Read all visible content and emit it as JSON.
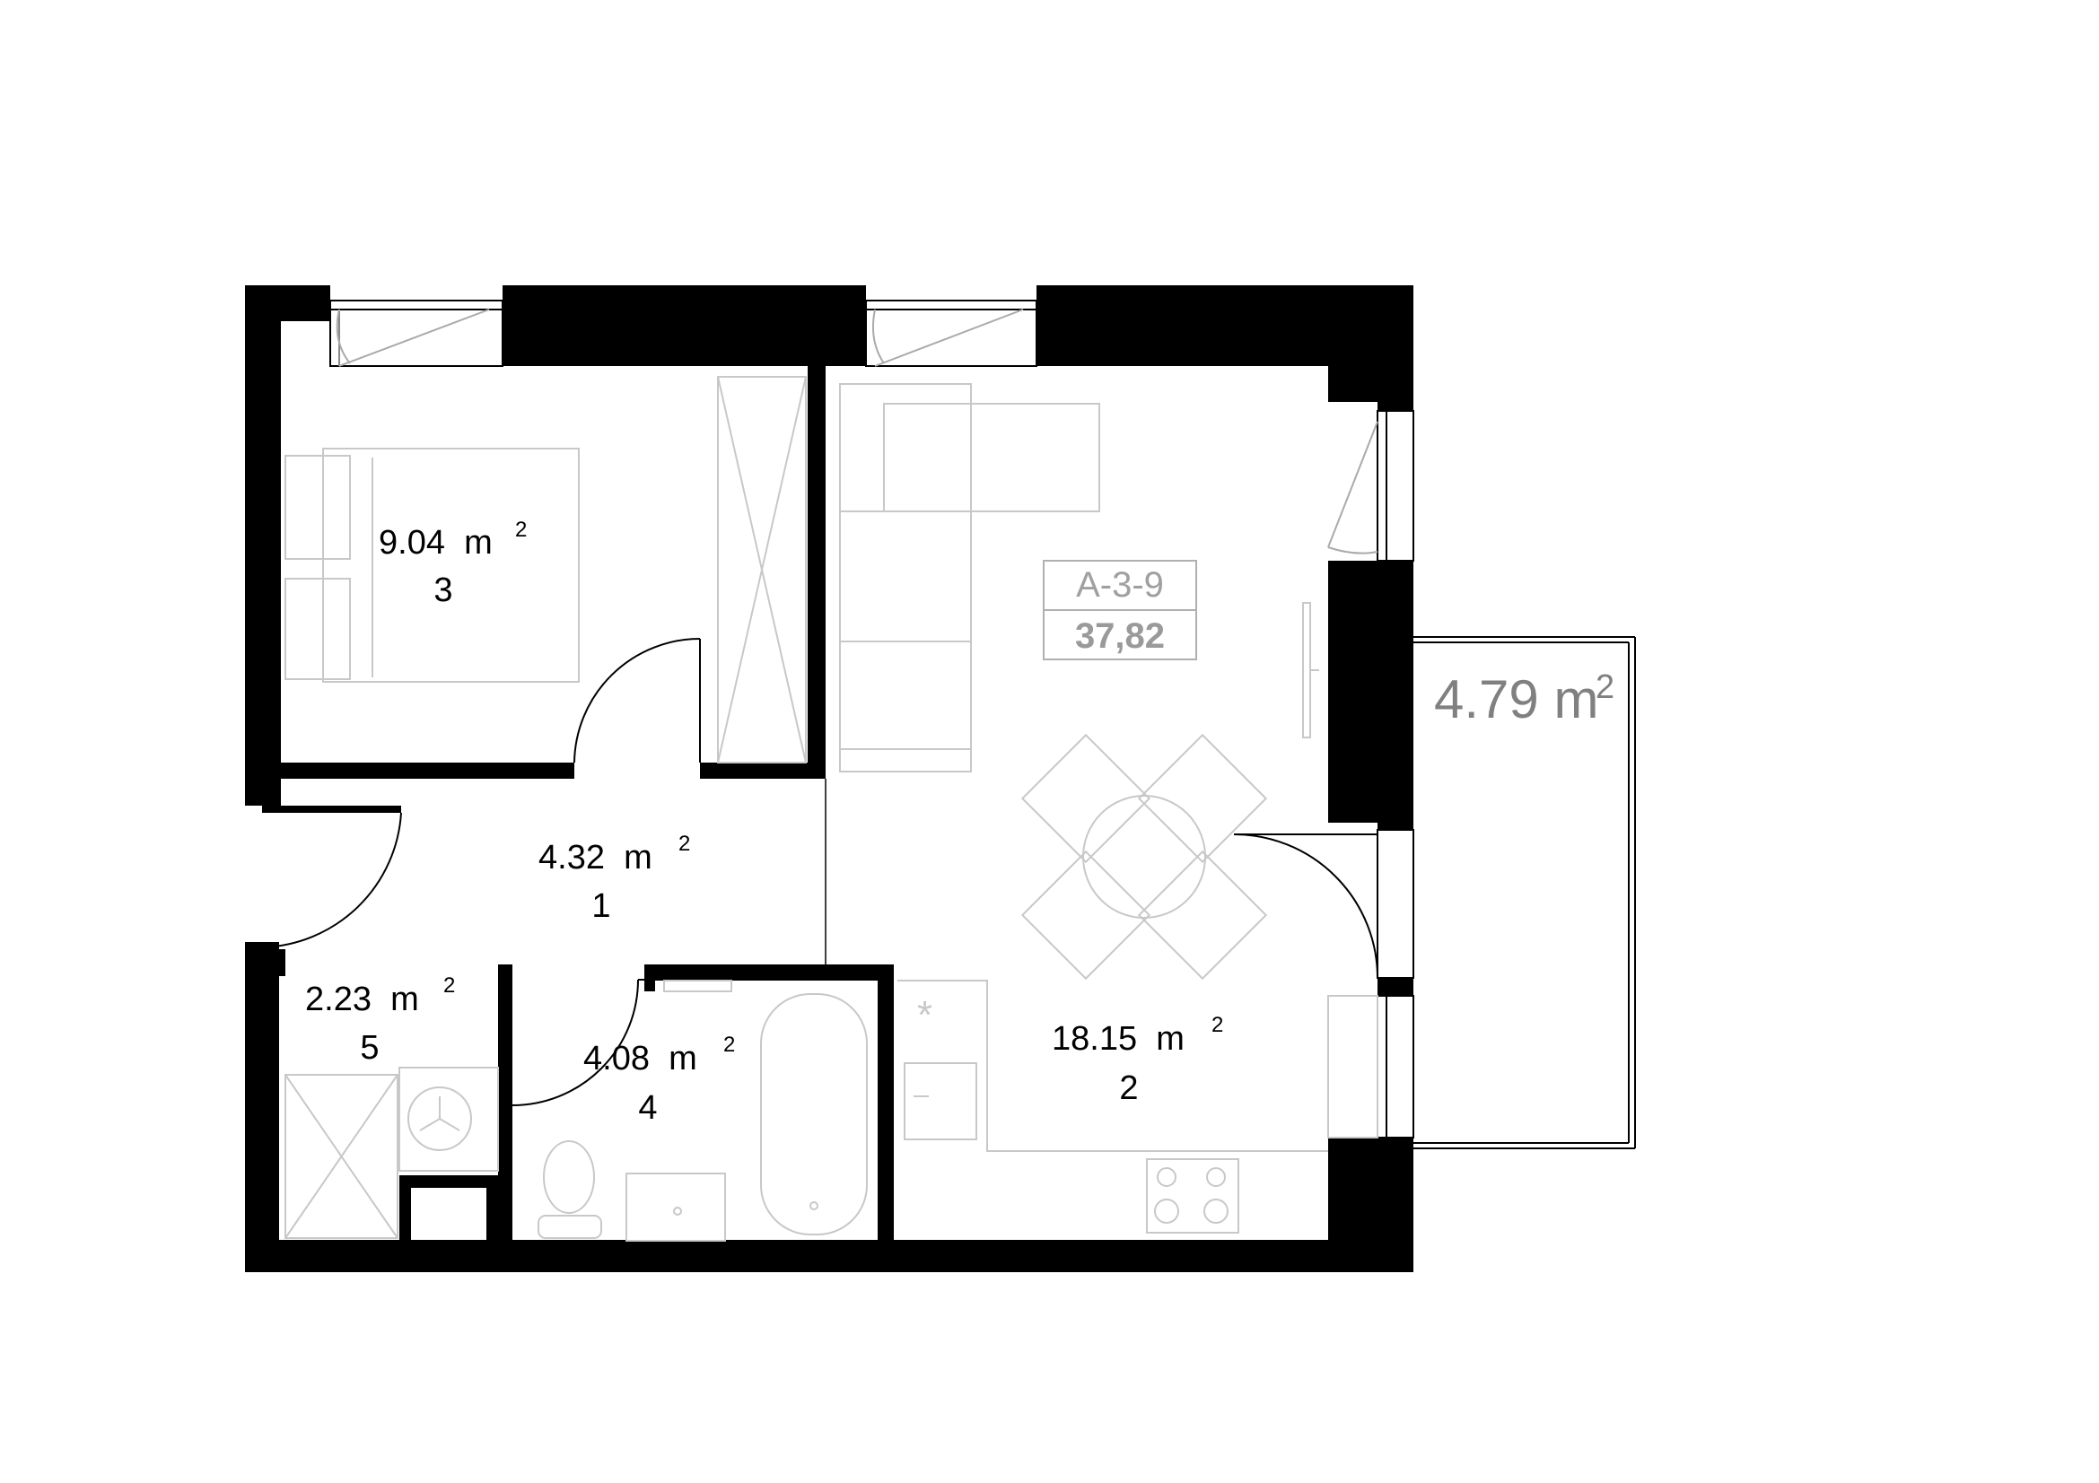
{
  "apartment": {
    "code": "A-3-9",
    "total_area": "37,82"
  },
  "balcony": {
    "area_value": "4.79 m",
    "area_exp": "2"
  },
  "rooms": [
    {
      "id": "room-3",
      "area": "9.04  m",
      "exp": "2",
      "number": "3"
    },
    {
      "id": "room-1",
      "area": "4.32  m",
      "exp": "2",
      "number": "1"
    },
    {
      "id": "room-5",
      "area": "2.23  m",
      "exp": "2",
      "number": "5"
    },
    {
      "id": "room-4",
      "area": "4.08  m",
      "exp": "2",
      "number": "4"
    },
    {
      "id": "room-2",
      "area": "18.15  m",
      "exp": "2",
      "number": "2"
    }
  ],
  "colors": {
    "wall": "#000000",
    "furniture": "#c8c8c8",
    "label_gray": "#a0a0a0"
  }
}
